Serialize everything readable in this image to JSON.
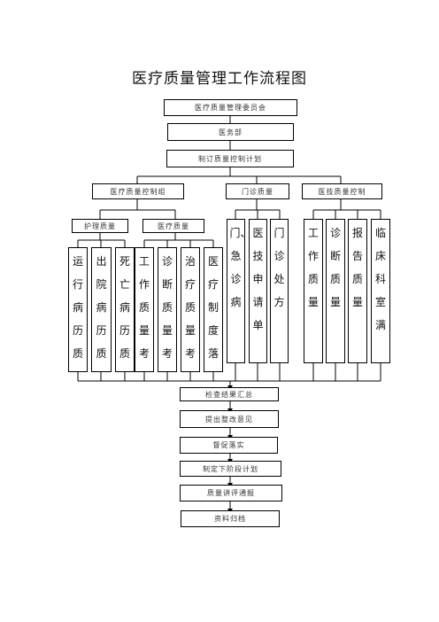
{
  "title": "医疗质量管理工作流程图",
  "level1": "医疗质量管理委员会",
  "level2": "医务部",
  "level3": "制订质量控制计划",
  "level4": [
    "医疗质量控制组",
    "门诊质量",
    "医技质量控制"
  ],
  "level5": [
    "护理质量",
    "医疗质量"
  ],
  "columns": [
    "运行病历质",
    "出院病历质",
    "死亡病历质",
    "工作质量考",
    "诊断质量考",
    "治疗质量考",
    "医疗制度落",
    "门、急诊病",
    "医技申请单",
    "门诊处方",
    "工作质量",
    "诊断质量",
    "报告质量",
    "临床科室满"
  ],
  "steps": [
    "检查结果汇总",
    "提出整改意见",
    "督促落实",
    "制定下阶段计划",
    "质量讲评通报",
    "资料归档"
  ]
}
